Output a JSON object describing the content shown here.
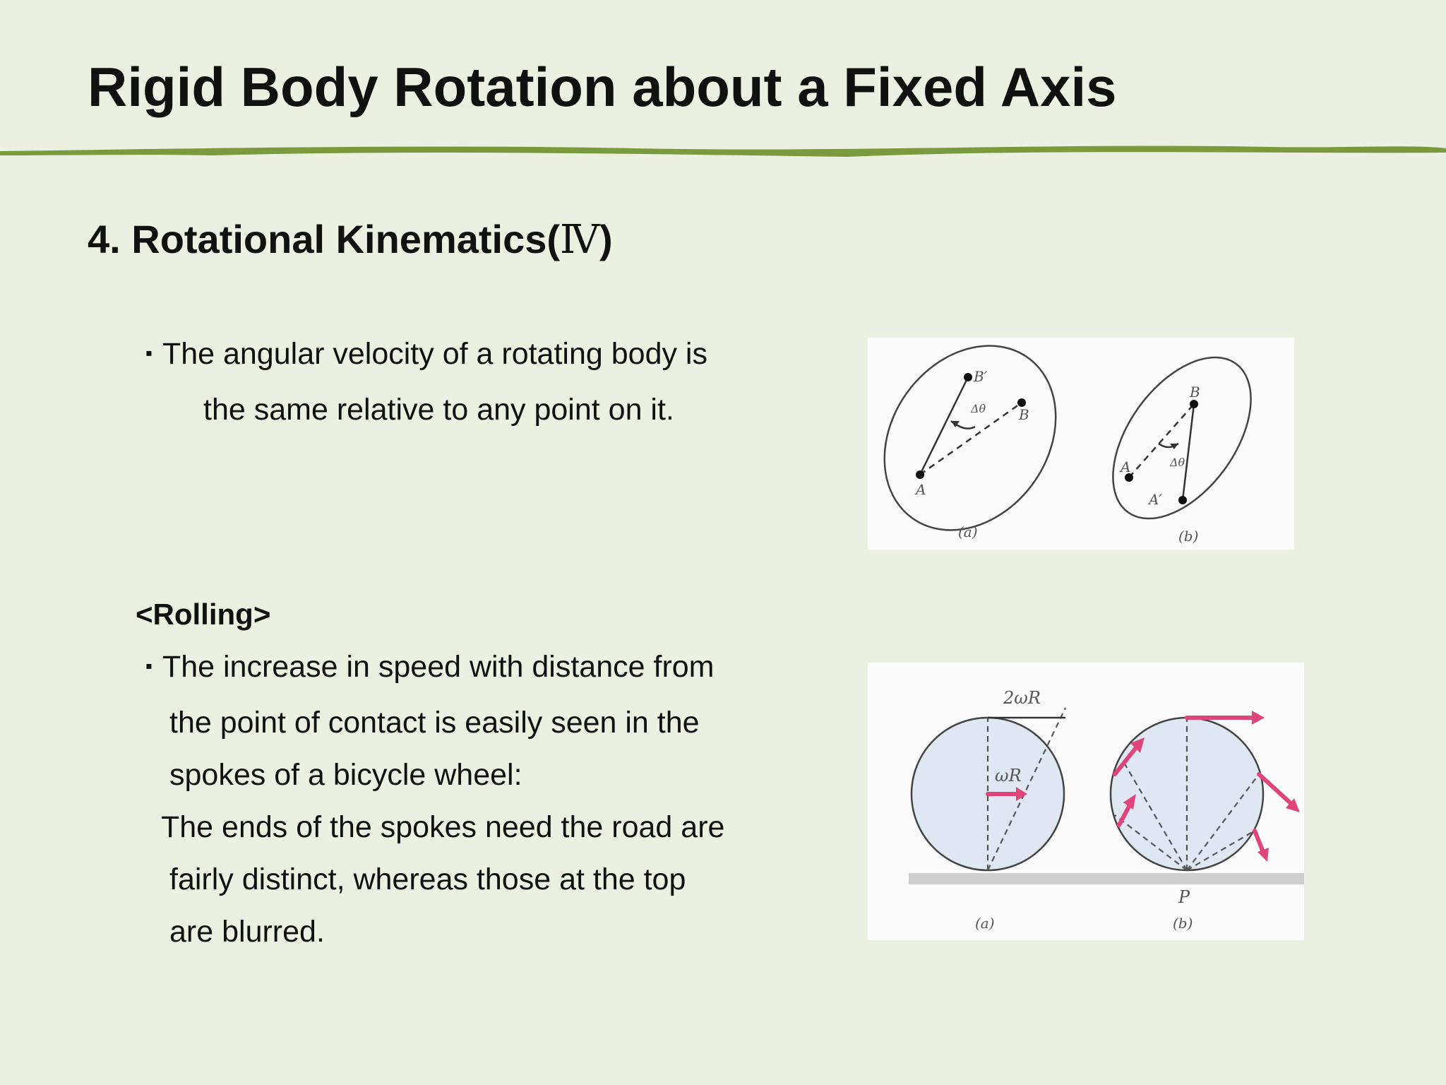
{
  "slide": {
    "title": "Rigid Body Rotation about a Fixed Axis",
    "accent_color": "#7a9a3e",
    "background_color": "#ecf0e1"
  },
  "section": {
    "heading_prefix": "4. Rotational Kinematics(",
    "heading_roman": "Ⅳ",
    "heading_suffix": ")"
  },
  "bullet1": {
    "marker": "▪",
    "line1": "The angular velocity of a rotating body is",
    "line2": "the same relative to any point on it."
  },
  "rolling": {
    "heading": "<Rolling>",
    "marker": "▪",
    "line1": "The increase in speed with distance from",
    "line2": "the point of contact is easily seen in the",
    "line3": "spokes of a bicycle wheel:",
    "line4": "The ends of the spokes need the road are",
    "line5": "fairly distinct, whereas those at the top",
    "line6": "are blurred."
  },
  "figure1": {
    "label_a": "(a)",
    "label_b": "(b)",
    "point_a": "A",
    "point_b": "B",
    "point_b_prime": "B′",
    "point_a_prime": "A′",
    "delta_theta": "Δθ"
  },
  "figure2": {
    "label_a": "(a)",
    "label_b": "(b)",
    "top_speed": "2ωR",
    "mid_speed": "ωR",
    "contact_point": "P",
    "arrow_color": "#e0457a"
  }
}
